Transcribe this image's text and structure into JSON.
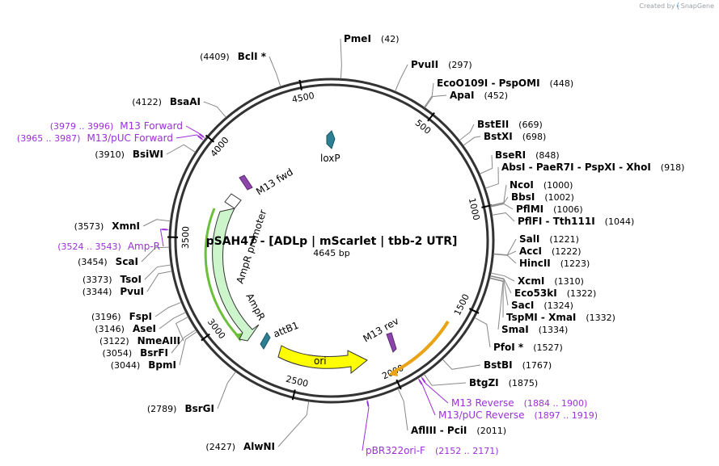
{
  "brand": {
    "created_by": "Created by",
    "name": "SnapGene"
  },
  "plasmid": {
    "name": "pSAH47 - [ADLp | mScarlet | tbb-2 UTR]",
    "length": 4645,
    "length_label": "4645 bp"
  },
  "ticks": [
    {
      "pos": 500,
      "label": "500"
    },
    {
      "pos": 1000,
      "label": "1000"
    },
    {
      "pos": 1500,
      "label": "1500"
    },
    {
      "pos": 2000,
      "label": "2000"
    },
    {
      "pos": 2500,
      "label": "2500"
    },
    {
      "pos": 3000,
      "label": "3000"
    },
    {
      "pos": 3500,
      "label": "3500"
    },
    {
      "pos": 4000,
      "label": "4000"
    },
    {
      "pos": 4500,
      "label": "4500"
    }
  ],
  "enzymes": [
    {
      "name": "PmeI",
      "pos": "(42)",
      "site": 42,
      "side": "R"
    },
    {
      "name": "PvuII",
      "pos": "(297)",
      "site": 297,
      "side": "R"
    },
    {
      "name": "EcoO109I  -  PspOMI",
      "pos": "(448)",
      "site": 448,
      "side": "R"
    },
    {
      "name": "ApaI",
      "pos": "(452)",
      "site": 452,
      "side": "R"
    },
    {
      "name": "BstEII",
      "pos": "(669)",
      "site": 669,
      "side": "R"
    },
    {
      "name": "BstXI",
      "pos": "(698)",
      "site": 698,
      "side": "R"
    },
    {
      "name": "BseRI",
      "pos": "(848)",
      "site": 848,
      "side": "R"
    },
    {
      "name": "AbsI  -  PaeR7I  -  PspXI  -  XhoI",
      "pos": "(918)",
      "site": 918,
      "side": "R"
    },
    {
      "name": "NcoI",
      "pos": "(1000)",
      "site": 1000,
      "side": "R"
    },
    {
      "name": "BbsI",
      "pos": "(1002)",
      "site": 1002,
      "side": "R"
    },
    {
      "name": "PflMI",
      "pos": "(1006)",
      "site": 1006,
      "side": "R"
    },
    {
      "name": "PflFI  -  Tth111I",
      "pos": "(1044)",
      "site": 1044,
      "side": "R"
    },
    {
      "name": "SalI",
      "pos": "(1221)",
      "site": 1221,
      "side": "R"
    },
    {
      "name": "AccI",
      "pos": "(1222)",
      "site": 1222,
      "side": "R"
    },
    {
      "name": "HincII",
      "pos": "(1223)",
      "site": 1223,
      "side": "R"
    },
    {
      "name": "XcmI",
      "pos": "(1310)",
      "site": 1310,
      "side": "R"
    },
    {
      "name": "Eco53kI",
      "pos": "(1322)",
      "site": 1322,
      "side": "R"
    },
    {
      "name": "SacI",
      "pos": "(1324)",
      "site": 1324,
      "side": "R"
    },
    {
      "name": "TspMI  -  XmaI",
      "pos": "(1332)",
      "site": 1332,
      "side": "R"
    },
    {
      "name": "SmaI",
      "pos": "(1334)",
      "site": 1334,
      "side": "R"
    },
    {
      "name": "PfoI *",
      "pos": "(1527)",
      "site": 1527,
      "side": "R"
    },
    {
      "name": "BstBI",
      "pos": "(1767)",
      "site": 1767,
      "side": "R"
    },
    {
      "name": "BtgZI",
      "pos": "(1875)",
      "site": 1875,
      "side": "R"
    },
    {
      "name": "AflIII  -  PciI",
      "pos": "(2011)",
      "site": 2011,
      "side": "R"
    },
    {
      "name": "AlwNI",
      "pos": "(2427)",
      "site": 2427,
      "side": "L"
    },
    {
      "name": "BsrGI",
      "pos": "(2789)",
      "site": 2789,
      "side": "L"
    },
    {
      "name": "BpmI",
      "pos": "(3044)",
      "site": 3044,
      "side": "L"
    },
    {
      "name": "BsrFI",
      "pos": "(3054)",
      "site": 3054,
      "side": "L"
    },
    {
      "name": "NmeAIII",
      "pos": "(3122)",
      "site": 3122,
      "side": "L"
    },
    {
      "name": "AseI",
      "pos": "(3146)",
      "site": 3146,
      "side": "L"
    },
    {
      "name": "FspI",
      "pos": "(3196)",
      "site": 3196,
      "side": "L"
    },
    {
      "name": "PvuI",
      "pos": "(3344)",
      "site": 3344,
      "side": "L"
    },
    {
      "name": "TsoI",
      "pos": "(3373)",
      "site": 3373,
      "side": "L"
    },
    {
      "name": "ScaI",
      "pos": "(3454)",
      "site": 3454,
      "side": "L"
    },
    {
      "name": "XmnI",
      "pos": "(3573)",
      "site": 3573,
      "side": "L"
    },
    {
      "name": "BsiWI",
      "pos": "(3910)",
      "site": 3910,
      "side": "L"
    },
    {
      "name": "BsaAI",
      "pos": "(4122)",
      "site": 4122,
      "side": "L"
    },
    {
      "name": "BclI *",
      "pos": "(4409)",
      "site": 4409,
      "side": "L"
    }
  ],
  "primers": [
    {
      "name": "M13 Reverse",
      "range": "(1884 .. 1900)",
      "site": 1892,
      "side": "R",
      "color": "#9b30d9"
    },
    {
      "name": "M13/pUC Reverse",
      "range": "(1897 .. 1919)",
      "site": 1908,
      "side": "R",
      "color": "#9b30d9"
    },
    {
      "name": "pBR322ori-F",
      "range": "(2152 .. 2171)",
      "site": 2161,
      "side": "R",
      "color": "#9b30d9"
    },
    {
      "name": "Amp-R",
      "range": "(3524 .. 3543)",
      "site": 3533,
      "side": "L",
      "color": "#9b30d9"
    },
    {
      "name": "M13/pUC Forward",
      "range": "(3965 .. 3987)",
      "site": 3976,
      "side": "L",
      "color": "#9b30d9"
    },
    {
      "name": "M13 Forward",
      "range": "(3979 .. 3996)",
      "site": 3987,
      "side": "L",
      "color": "#9b30d9"
    }
  ],
  "features": [
    {
      "name": "loxP",
      "kind": "site",
      "color": "#2d7f93"
    },
    {
      "name": "M13 fwd",
      "kind": "primer-site",
      "color": "#8e44ad"
    },
    {
      "name": "AmpR promoter",
      "kind": "promoter",
      "color": "#ffffff"
    },
    {
      "name": "AmpR",
      "kind": "cds",
      "color": "#ccf5cc"
    },
    {
      "name": "attB1",
      "kind": "site",
      "color": "#2d7f93"
    },
    {
      "name": "ori",
      "kind": "origin",
      "color": "#ffff00"
    },
    {
      "name": "M13 rev",
      "kind": "primer-site",
      "color": "#8e44ad"
    }
  ],
  "colors": {
    "backbone": "#333333",
    "enzyme_text": "#000000",
    "primer_text": "#9b30d9",
    "amp_arc": "#6bbf3a",
    "rev_arc": "#e8a317"
  }
}
